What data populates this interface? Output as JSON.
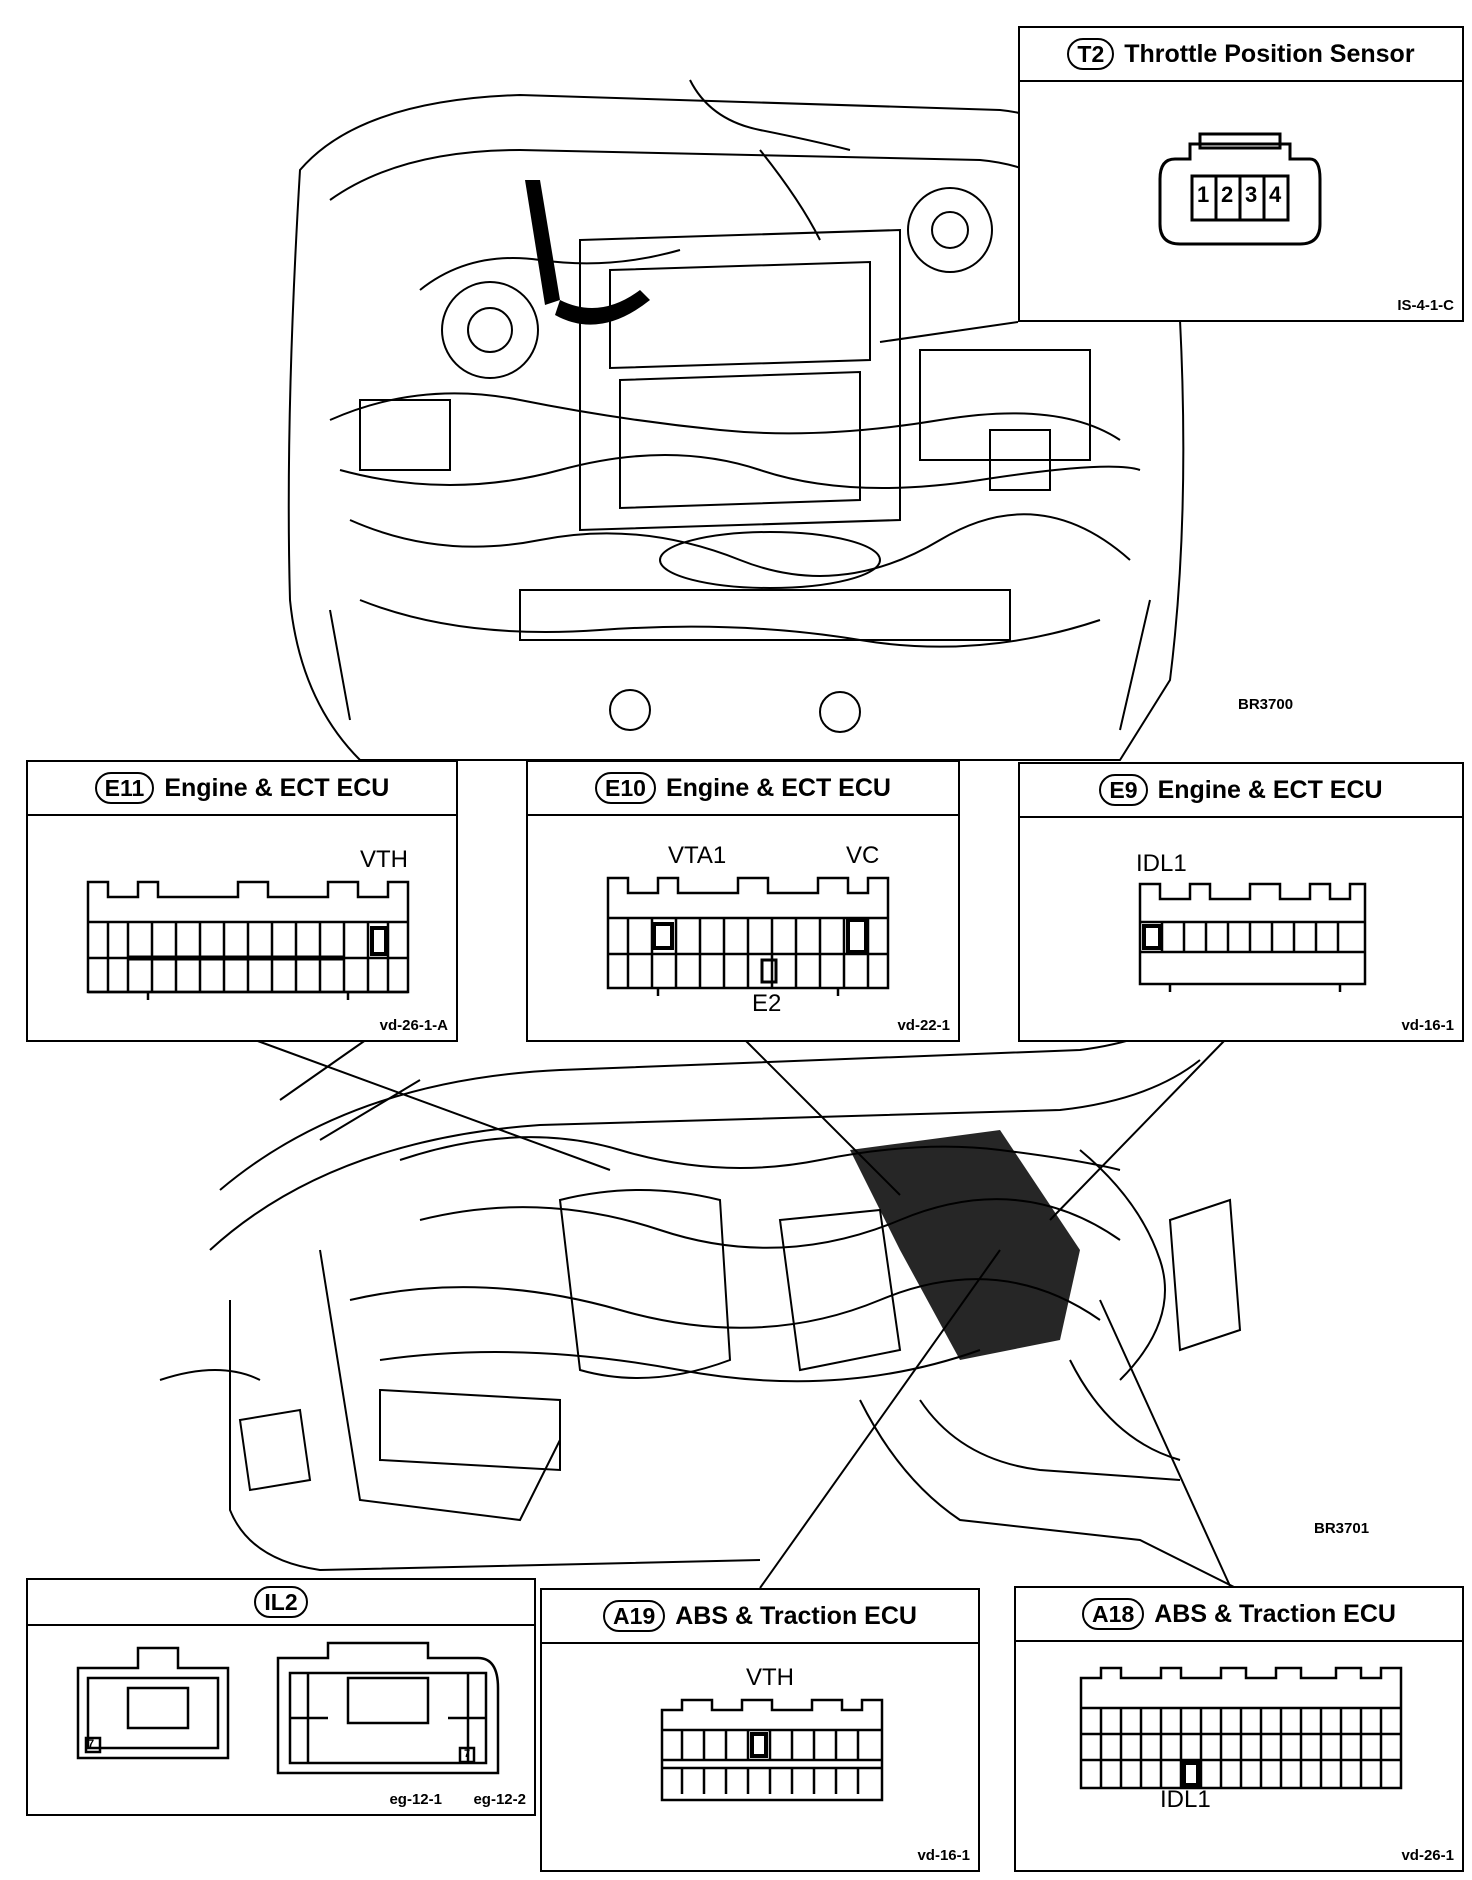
{
  "figure_codes": {
    "top": "BR3700",
    "bottom": "BR3701"
  },
  "connectors": {
    "t2": {
      "code": "T2",
      "name": "Throttle Position Sensor",
      "pins": [
        "1",
        "2",
        "3",
        "4"
      ],
      "ref": "IS-4-1-C"
    },
    "e11": {
      "code": "E11",
      "name": "Engine & ECT ECU",
      "pin_labels": [
        "VTH"
      ],
      "ref": "vd-26-1-A"
    },
    "e10": {
      "code": "E10",
      "name": "Engine & ECT ECU",
      "pin_labels": [
        "VTA1",
        "VC",
        "E2"
      ],
      "ref": "vd-22-1"
    },
    "e9": {
      "code": "E9",
      "name": "Engine & ECT ECU",
      "pin_labels": [
        "IDL1"
      ],
      "ref": "vd-16-1"
    },
    "il2": {
      "code": "IL2",
      "pin_marks": [
        "7",
        "7"
      ],
      "refs": [
        "eg-12-1",
        "eg-12-2"
      ]
    },
    "a19": {
      "code": "A19",
      "name": "ABS & Traction ECU",
      "pin_labels": [
        "VTH"
      ],
      "ref": "vd-16-1"
    },
    "a18": {
      "code": "A18",
      "name": "ABS & Traction ECU",
      "pin_labels": [
        "IDL1"
      ],
      "ref": "vd-26-1"
    }
  }
}
